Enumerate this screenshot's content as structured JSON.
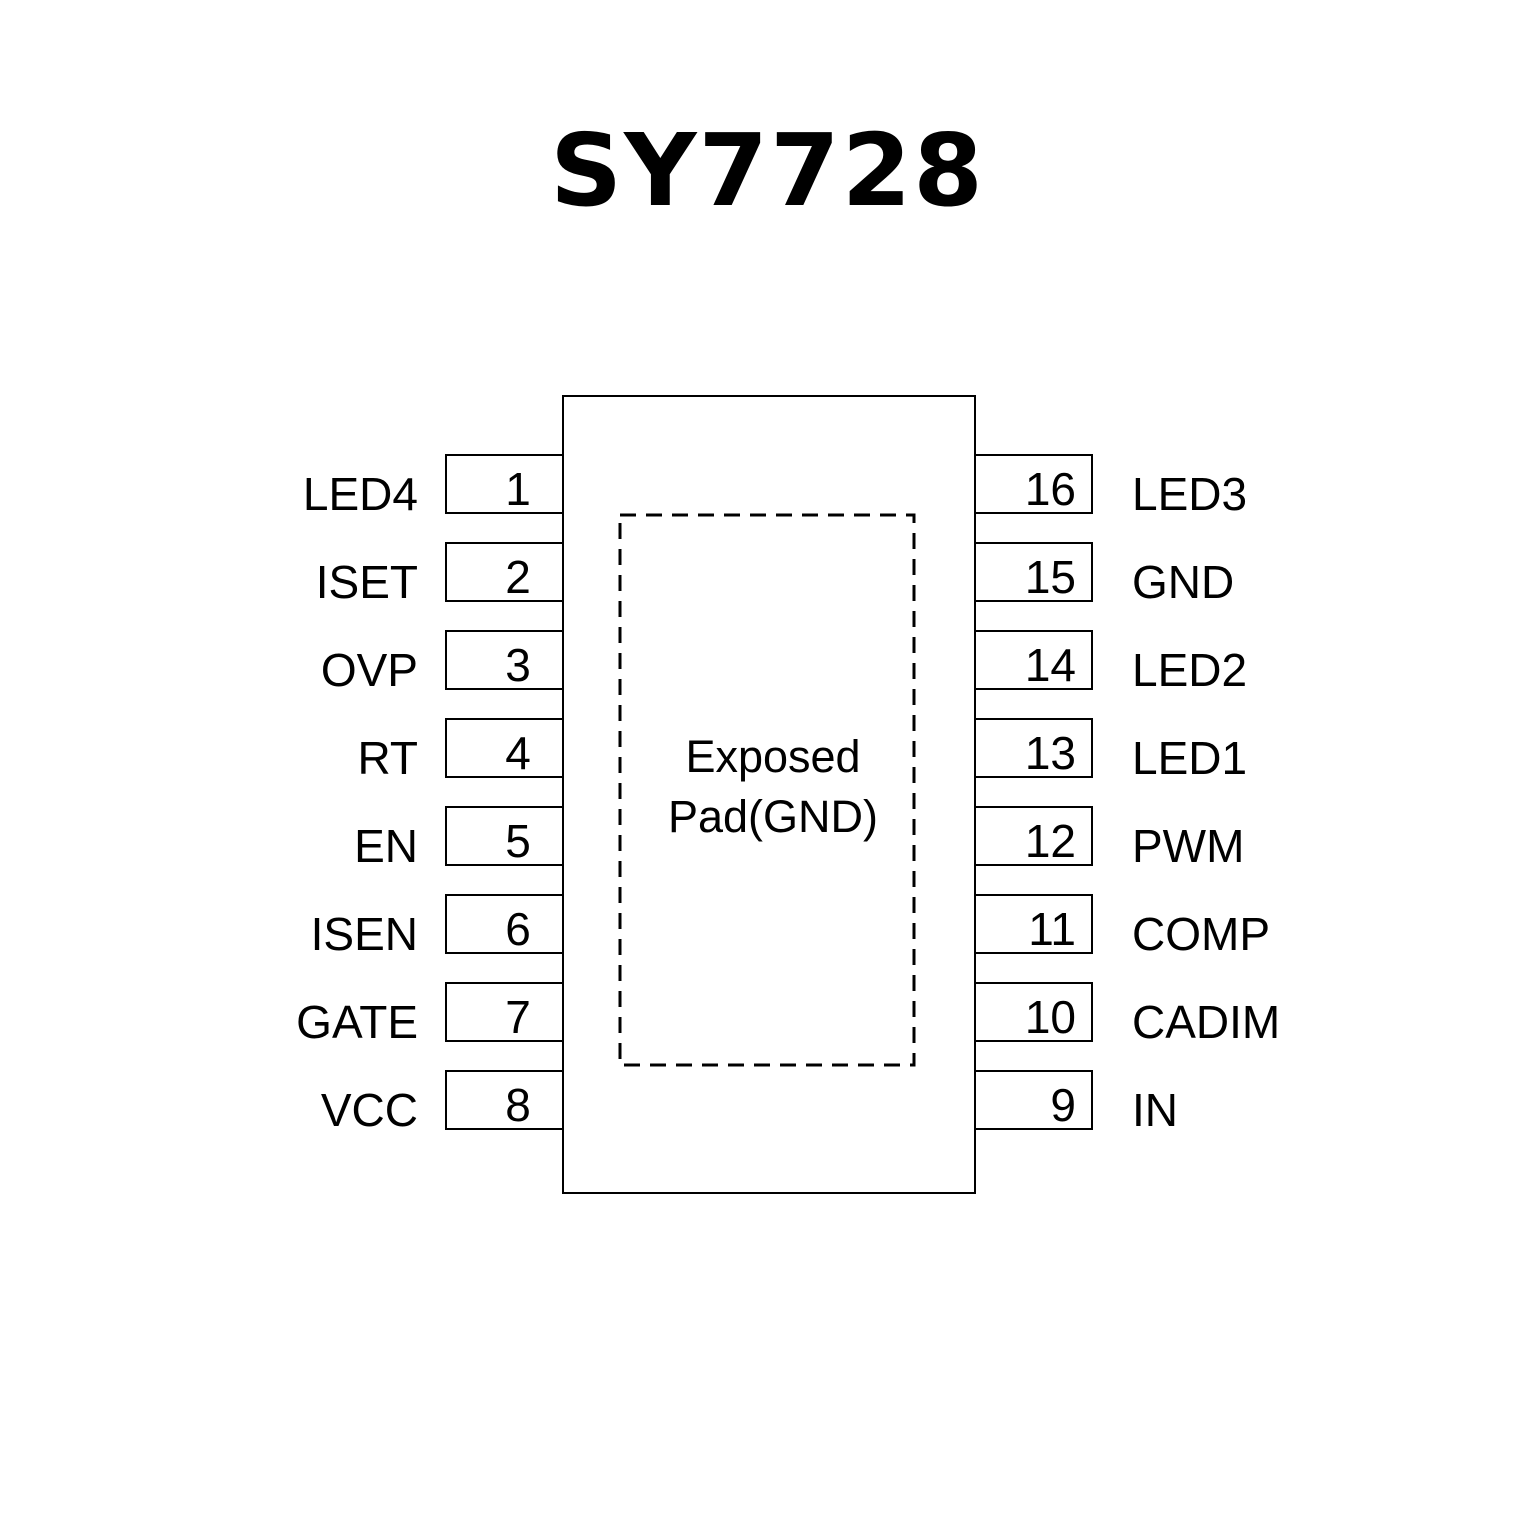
{
  "title": "SY7728",
  "exposed_pad": {
    "line1": "Exposed",
    "line2": "Pad(GND)"
  },
  "pins_left": [
    {
      "number": "1",
      "name": "LED4"
    },
    {
      "number": "2",
      "name": "ISET"
    },
    {
      "number": "3",
      "name": "OVP"
    },
    {
      "number": "4",
      "name": "RT"
    },
    {
      "number": "5",
      "name": "EN"
    },
    {
      "number": "6",
      "name": "ISEN"
    },
    {
      "number": "7",
      "name": "GATE"
    },
    {
      "number": "8",
      "name": "VCC"
    }
  ],
  "pins_right": [
    {
      "number": "16",
      "name": "LED3"
    },
    {
      "number": "15",
      "name": "GND"
    },
    {
      "number": "14",
      "name": "LED2"
    },
    {
      "number": "13",
      "name": "LED1"
    },
    {
      "number": "12",
      "name": "PWM"
    },
    {
      "number": "11",
      "name": "COMP"
    },
    {
      "number": "10",
      "name": "CADIM"
    },
    {
      "number": "9",
      "name": "IN"
    }
  ]
}
